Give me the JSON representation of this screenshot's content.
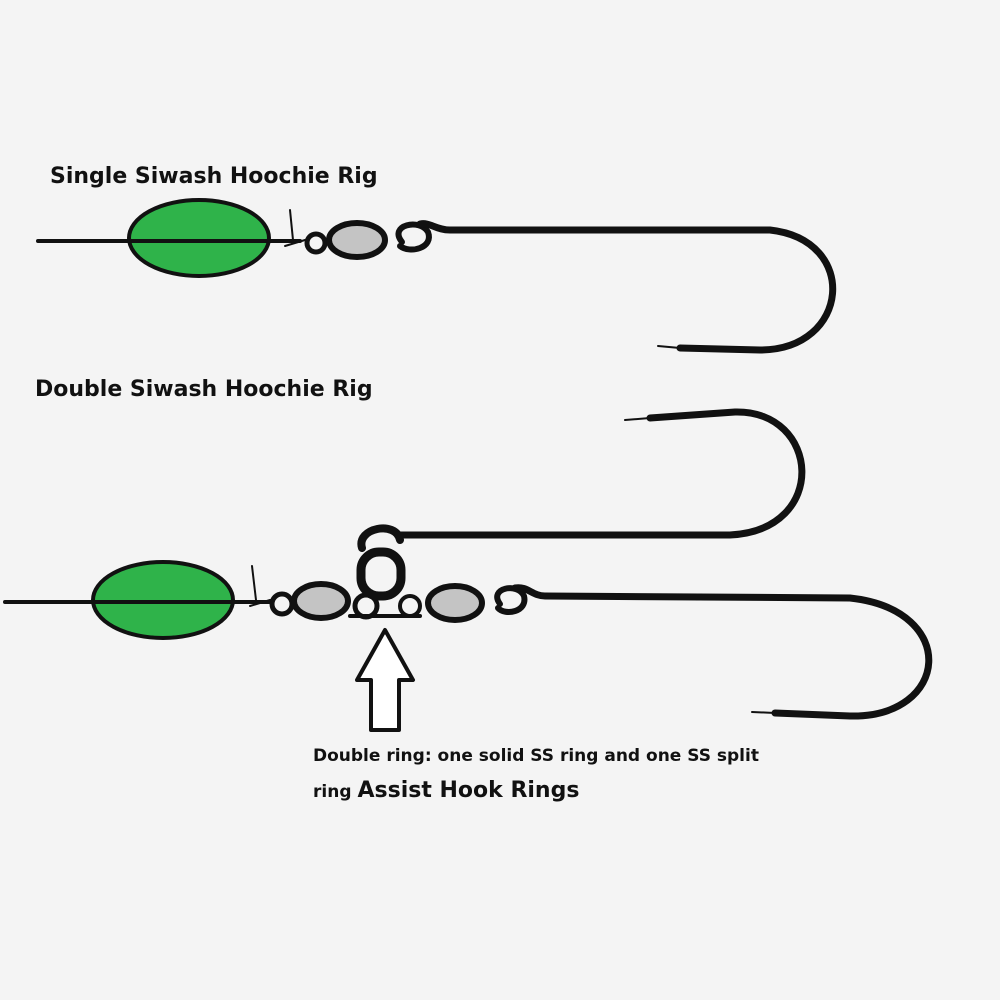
{
  "labels": {
    "single_rig": "Single Siwash Hoochie Rig",
    "double_rig": "Double Siwash Hoochie Rig",
    "note_line1": "Double ring: one solid SS ring and one SS split",
    "note_line2_prefix": "ring",
    "note_line2_bold": "Assist Hook Rings"
  },
  "colors": {
    "float": "#2fb34a",
    "swivel": "#c4c4c4",
    "line": "#111111",
    "background": "#f4f4f4"
  }
}
